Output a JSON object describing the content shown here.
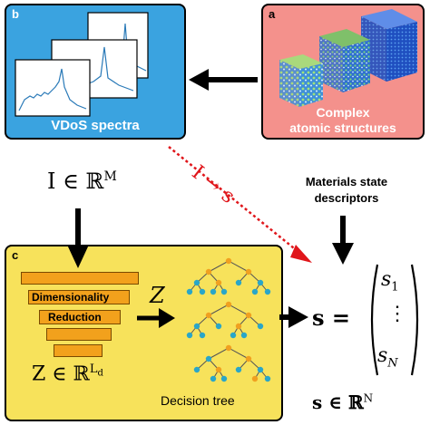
{
  "panels": {
    "b": {
      "tag": "b",
      "caption": "VDoS spectra"
    },
    "a": {
      "tag": "a",
      "caption_line1": "Complex",
      "caption_line2": "atomic structures"
    },
    "c": {
      "tag": "c",
      "label_dim": "Dimensionality",
      "label_red": "Reduction",
      "latent_symbol": "Z",
      "latent_space_base": "Z ∈ ℝ",
      "latent_space_sup": "L",
      "latent_space_sub": "d",
      "decision_tree": "Decision tree"
    }
  },
  "labels": {
    "input_base": "I ∈ ℝ",
    "input_sup": "M",
    "mapping": "I → s",
    "descriptors_line1": "Materials state",
    "descriptors_line2": "descriptors",
    "output_lhs": "s =",
    "s1_base": "s",
    "s1_sub": "1",
    "dots": "⋮",
    "sN_base": "s",
    "sN_sub": "N",
    "output_space_base": "s ∈ ℝ",
    "output_space_sup": "N"
  },
  "colors": {
    "panel_b": "#3aa3e0",
    "panel_a": "#f4918c",
    "panel_c": "#f7e25b",
    "funnel": "#f2a11c",
    "mapping_arrow": "#e0161b",
    "tree_node_blue": "#2aa6c8",
    "tree_node_orange": "#f0a020"
  }
}
